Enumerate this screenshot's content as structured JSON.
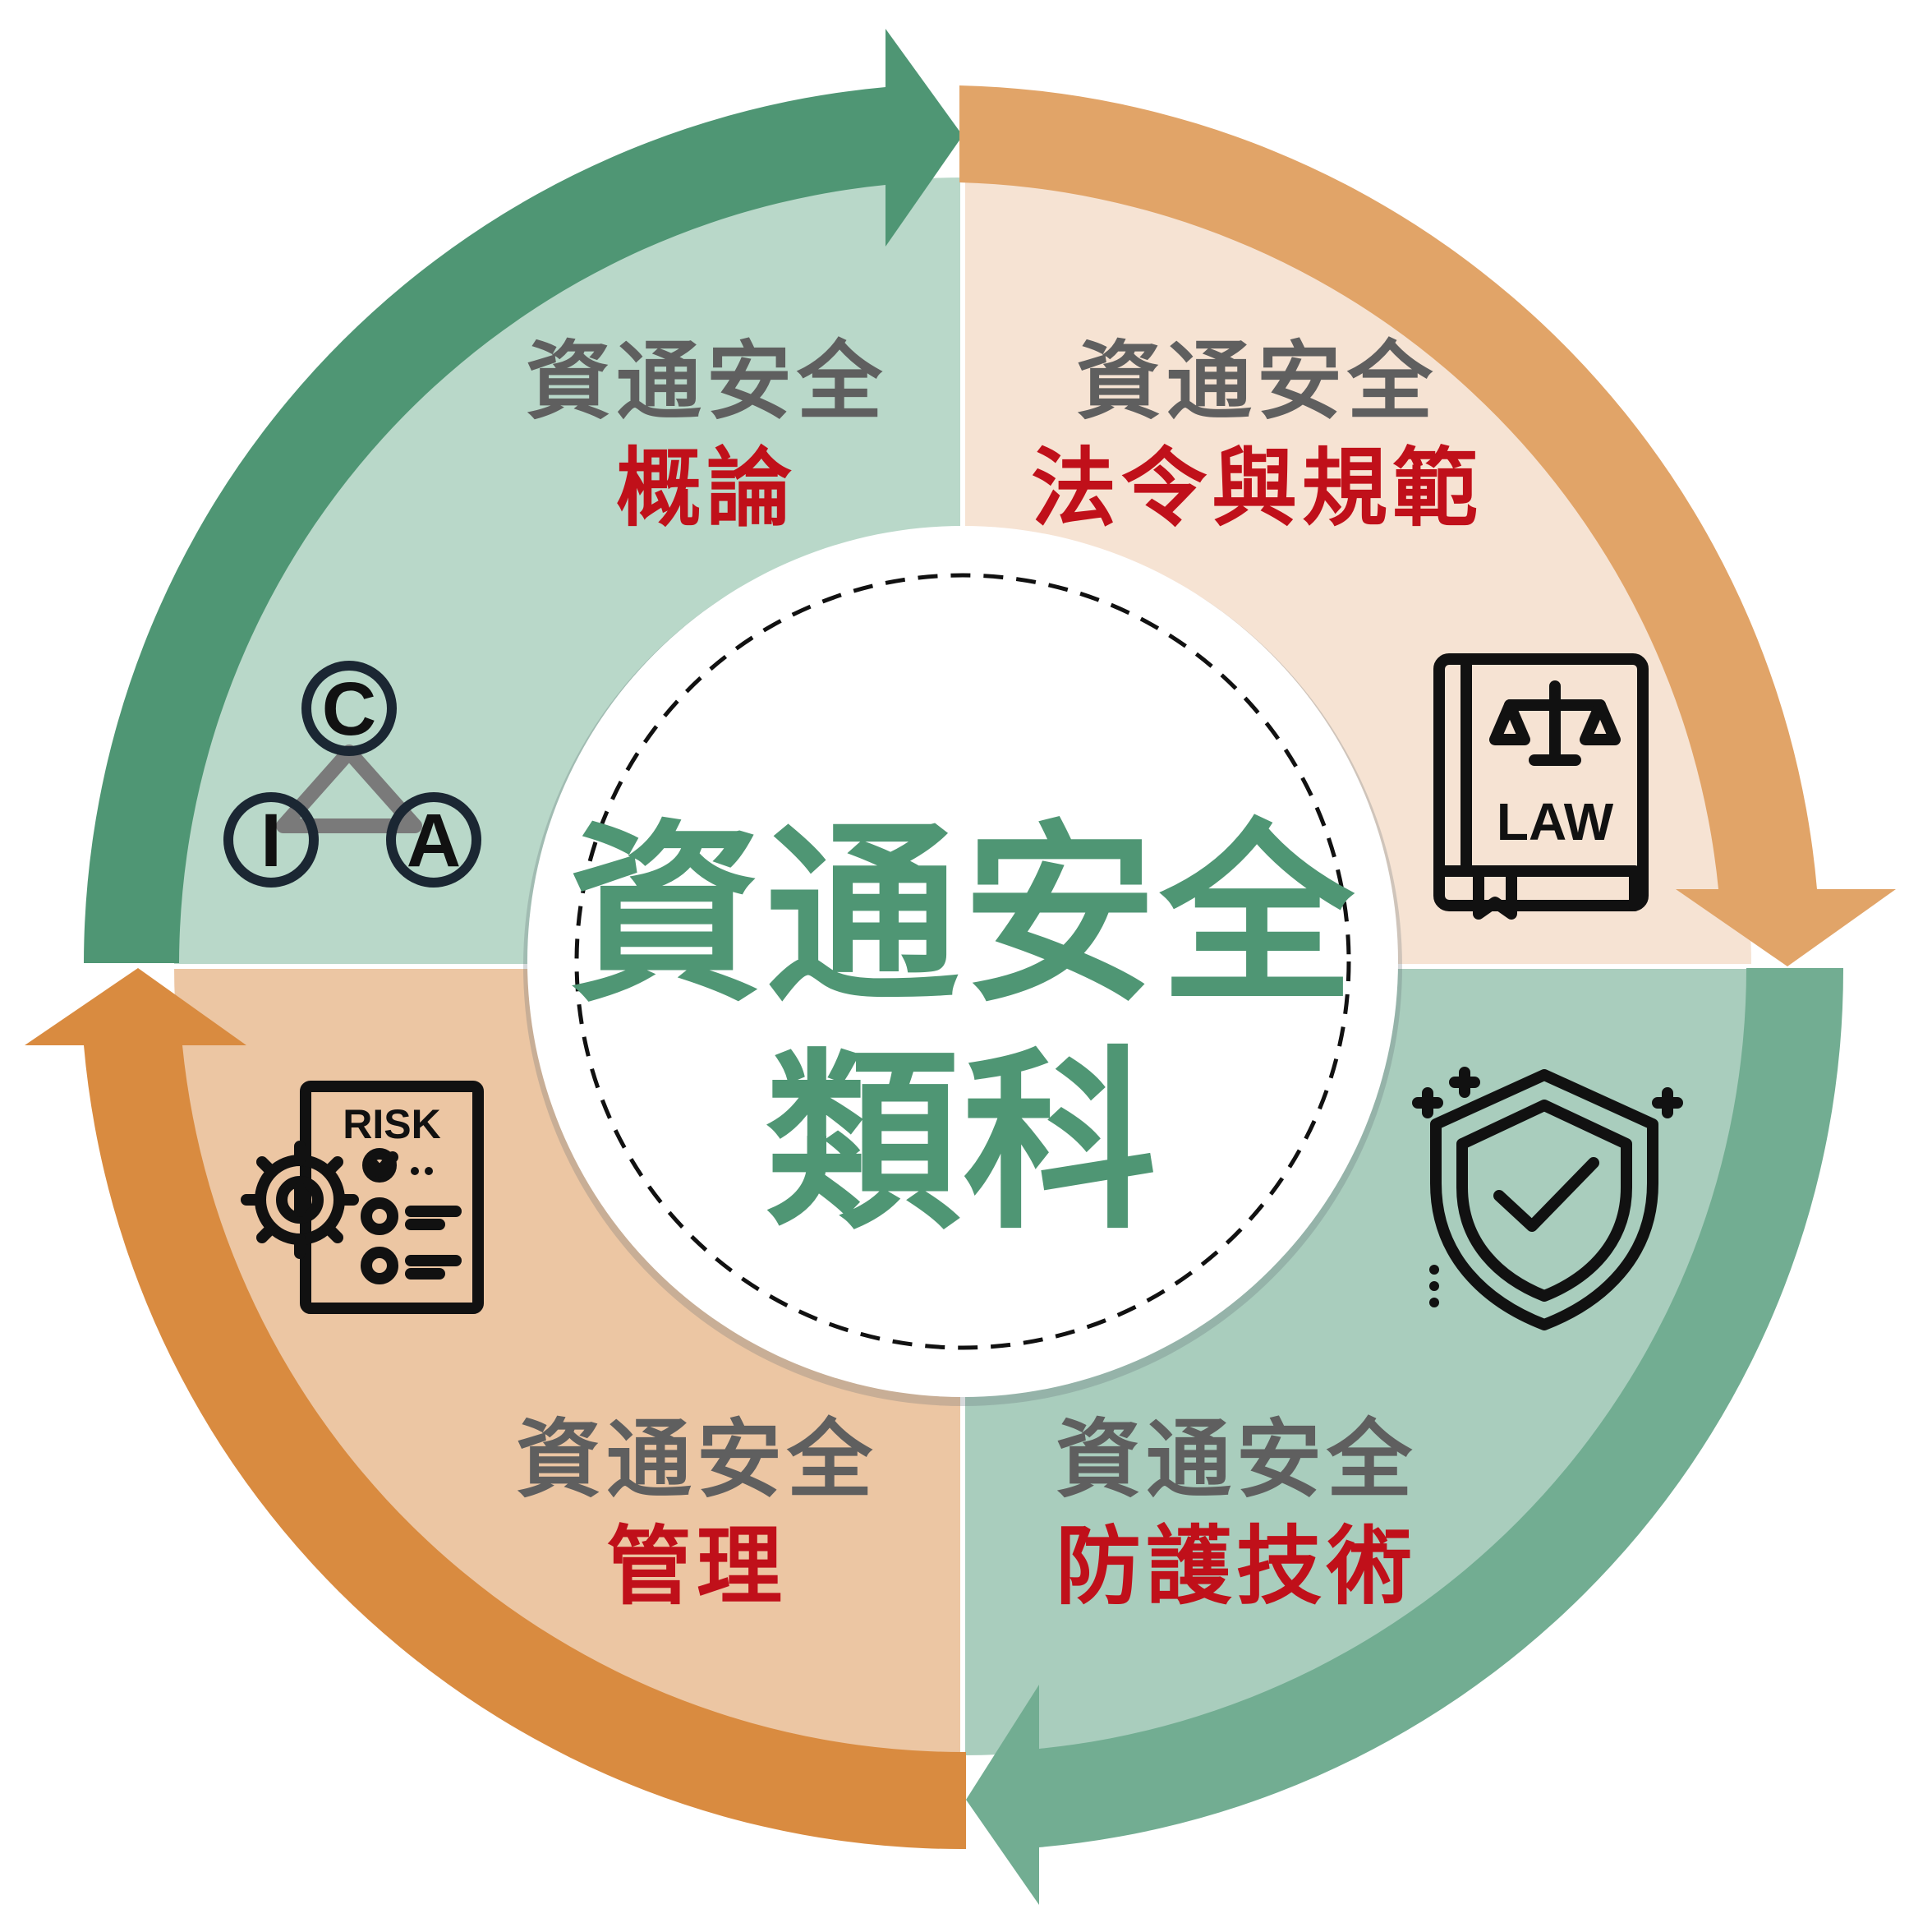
{
  "diagram": {
    "center": {
      "line1": "資通安全",
      "line2": "類科"
    },
    "quadrants": [
      {
        "id": "overview",
        "title": "資通安全",
        "subtitle": "概論",
        "icon": "cia-triad-icon",
        "icon_letters": [
          "C",
          "I",
          "A"
        ],
        "fill": "#b9d8c9",
        "arrow": "#4f9674"
      },
      {
        "id": "law",
        "title": "資通安全",
        "subtitle": "法令與規範",
        "icon": "law-book-icon",
        "icon_label": "LAW",
        "fill": "#f6e3d3",
        "arrow": "#e1a468"
      },
      {
        "id": "protection",
        "title": "資通安全",
        "subtitle": "防護技術",
        "icon": "shield-check-icon",
        "fill": "#a9cdbd",
        "arrow": "#72ad92"
      },
      {
        "id": "management",
        "title": "資通安全",
        "subtitle": "管理",
        "icon": "risk-checklist-icon",
        "icon_label": "RISK",
        "fill": "#ecc6a3",
        "arrow": "#d98b40"
      }
    ]
  }
}
